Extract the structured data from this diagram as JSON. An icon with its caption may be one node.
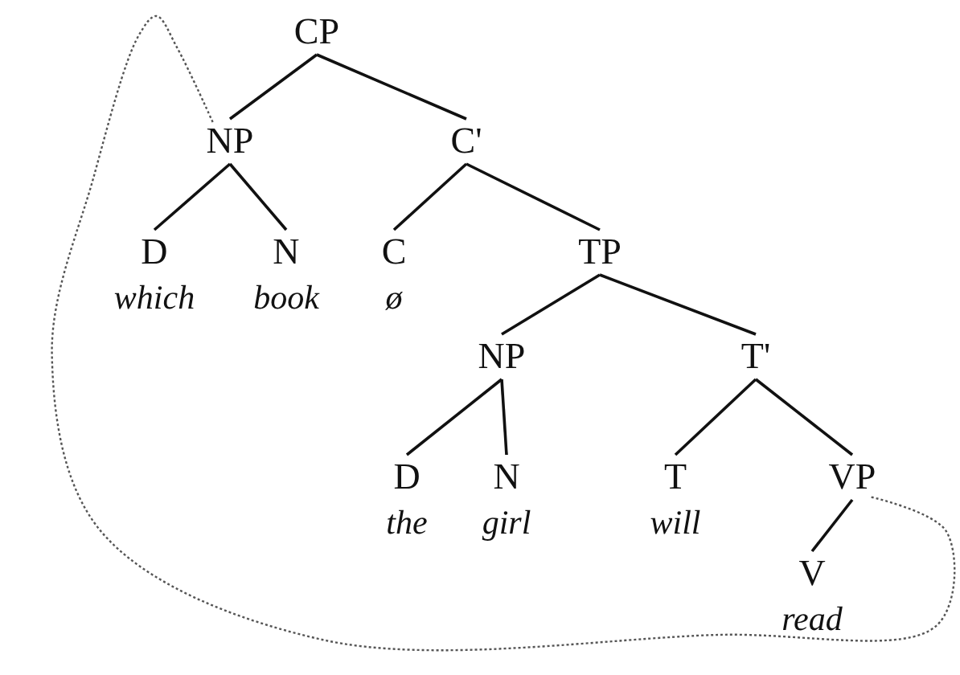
{
  "diagram": {
    "nodes": [
      {
        "text": [
          "CP"
        ]
      },
      {
        "text": [
          "NP"
        ]
      },
      {
        "text": [
          "C'"
        ]
      },
      {
        "text": [
          "D",
          "which"
        ]
      },
      {
        "text": [
          "N",
          "book"
        ]
      },
      {
        "text": [
          "C",
          "ø"
        ]
      },
      {
        "text": [
          "TP"
        ]
      },
      {
        "text": [
          "NP"
        ]
      },
      {
        "text": [
          "T'"
        ]
      },
      {
        "text": [
          "D",
          "the"
        ]
      },
      {
        "text": [
          "N",
          "girl"
        ]
      },
      {
        "text": [
          "T",
          "will"
        ]
      },
      {
        "text": [
          "VP"
        ]
      },
      {
        "text": [
          "V",
          "read"
        ]
      }
    ],
    "edges": [
      {
        "from": 0,
        "to": 1,
        "arrow": "none"
      },
      {
        "from": 0,
        "to": 2,
        "arrow": "none"
      },
      {
        "from": 1,
        "to": 3,
        "arrow": "none"
      },
      {
        "from": 1,
        "to": 4,
        "arrow": "none"
      },
      {
        "from": 2,
        "to": 5,
        "arrow": "none"
      },
      {
        "from": 2,
        "to": 6,
        "arrow": "none"
      },
      {
        "from": 6,
        "to": 7,
        "arrow": "none"
      },
      {
        "from": 6,
        "to": 8,
        "arrow": "none"
      },
      {
        "from": 7,
        "to": 9,
        "arrow": "none"
      },
      {
        "from": 7,
        "to": 10,
        "arrow": "none"
      },
      {
        "from": 8,
        "to": 11,
        "arrow": "none"
      },
      {
        "from": 8,
        "to": 12,
        "arrow": "none"
      },
      {
        "from": 12,
        "to": 13,
        "arrow": "none"
      },
      {
        "from": 1,
        "to": 12,
        "arrow": "none",
        "style": "dashed"
      }
    ]
  }
}
